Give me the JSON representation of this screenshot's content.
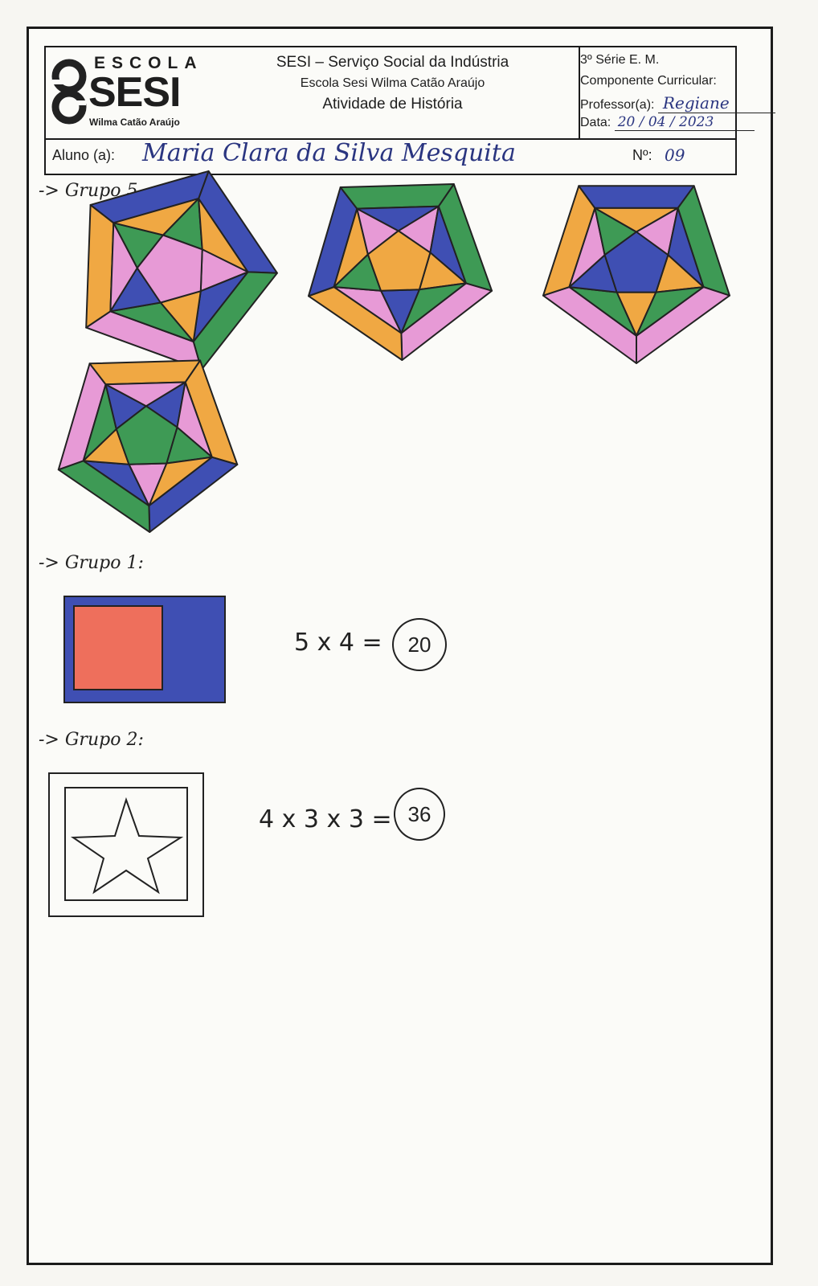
{
  "header": {
    "logo": {
      "top": "ESCOLA",
      "main": "SESI",
      "sub": "Wilma Catão Araújo"
    },
    "title_line1": "SESI – Serviço Social da Indústria",
    "title_line2": "Escola Sesi Wilma Catão Araújo",
    "title_line3": "Atividade de História",
    "serie": "3º Série E. M.",
    "componente_label": "Componente Curricular:",
    "professor_label": "Professor(a):",
    "professor_value": "Regiane",
    "data_label": "Data:",
    "data_value": "20 / 04 / 2023",
    "aluno_label": "Aluno (a):",
    "aluno_value": "Maria Clara da Silva Mesquita",
    "numero_label": "Nº:",
    "numero_value": "09"
  },
  "groups": {
    "group5_label": "-> Grupo 5",
    "group1_label": "-> Grupo 1:",
    "group1_equation": "5 x 4 =",
    "group1_result": "20",
    "group2_label": "-> Grupo 2:",
    "group2_equation": "4 x 3 x 3 =",
    "group2_result": "36"
  },
  "colors": {
    "blue": "#3f4fb3",
    "green": "#3e9a55",
    "pink": "#e79ad6",
    "orange": "#f0a843",
    "red": "#ee6f5c"
  }
}
